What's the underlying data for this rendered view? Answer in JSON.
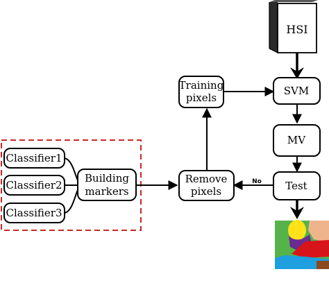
{
  "diagram": {
    "nodes": {
      "hsi": {
        "label": [
          "HSI"
        ]
      },
      "svm": {
        "label": [
          "SVM"
        ]
      },
      "mv": {
        "label": [
          "MV"
        ]
      },
      "test": {
        "label": [
          "Test"
        ]
      },
      "training_pixels": {
        "label": [
          "Training",
          "pixels"
        ]
      },
      "remove_pixels": {
        "label": [
          "Remove",
          "pixels"
        ]
      },
      "building_markers": {
        "label": [
          "Building",
          "markers"
        ]
      },
      "classifier1": {
        "label": [
          "Classifier1"
        ]
      },
      "classifier2": {
        "label": [
          "Classifier2"
        ]
      },
      "classifier3": {
        "label": [
          "Classifier3"
        ]
      }
    },
    "edge_labels": {
      "test_to_remove": "No"
    },
    "colors": {
      "stroke": "#000000",
      "dashed_group": "#c62828",
      "hsi_cube_face": "#ffffff",
      "hsi_cube_side": "#2b2b2b",
      "map_green": "#55b34a",
      "map_yellow": "#ffe21a",
      "map_purple": "#6a2c8f",
      "map_red": "#d8141b",
      "map_blue": "#1d9fe0",
      "map_peach": "#f0b48d",
      "map_brown": "#8a4a1e"
    }
  }
}
